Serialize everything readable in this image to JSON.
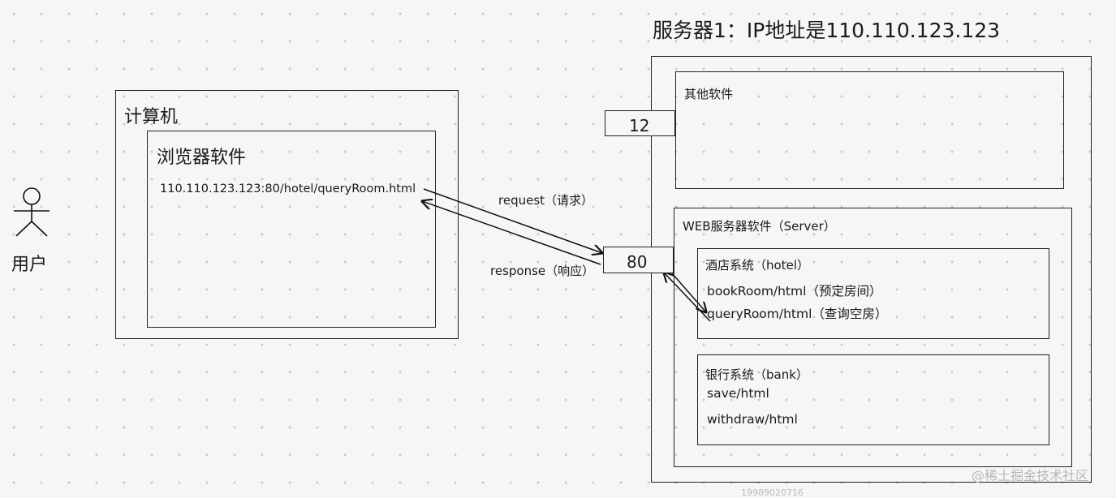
{
  "user": {
    "label": "用户"
  },
  "computer": {
    "title": "计算机",
    "browser": {
      "title": "浏览器软件",
      "url": "110.110.123.123:80/hotel/queryRoom.html"
    }
  },
  "flows": {
    "request": "request（请求）",
    "response": "response（响应）"
  },
  "server": {
    "title": "服务器1：IP地址是110.110.123.123",
    "ports": {
      "other": "12",
      "web": "80"
    },
    "other_software": {
      "title": "其他软件"
    },
    "web_server": {
      "title": "WEB服务器软件（Server）",
      "hotel": {
        "title": "酒店系统（hotel）",
        "items": [
          "bookRoom/html（预定房间）",
          "queryRoom/html（查询空房）"
        ]
      },
      "bank": {
        "title": "银行系统（bank）",
        "items": [
          "save/html",
          "withdraw/html"
        ]
      }
    }
  },
  "watermark": "@稀土掘金技术社区",
  "footer_id": "19989020716"
}
